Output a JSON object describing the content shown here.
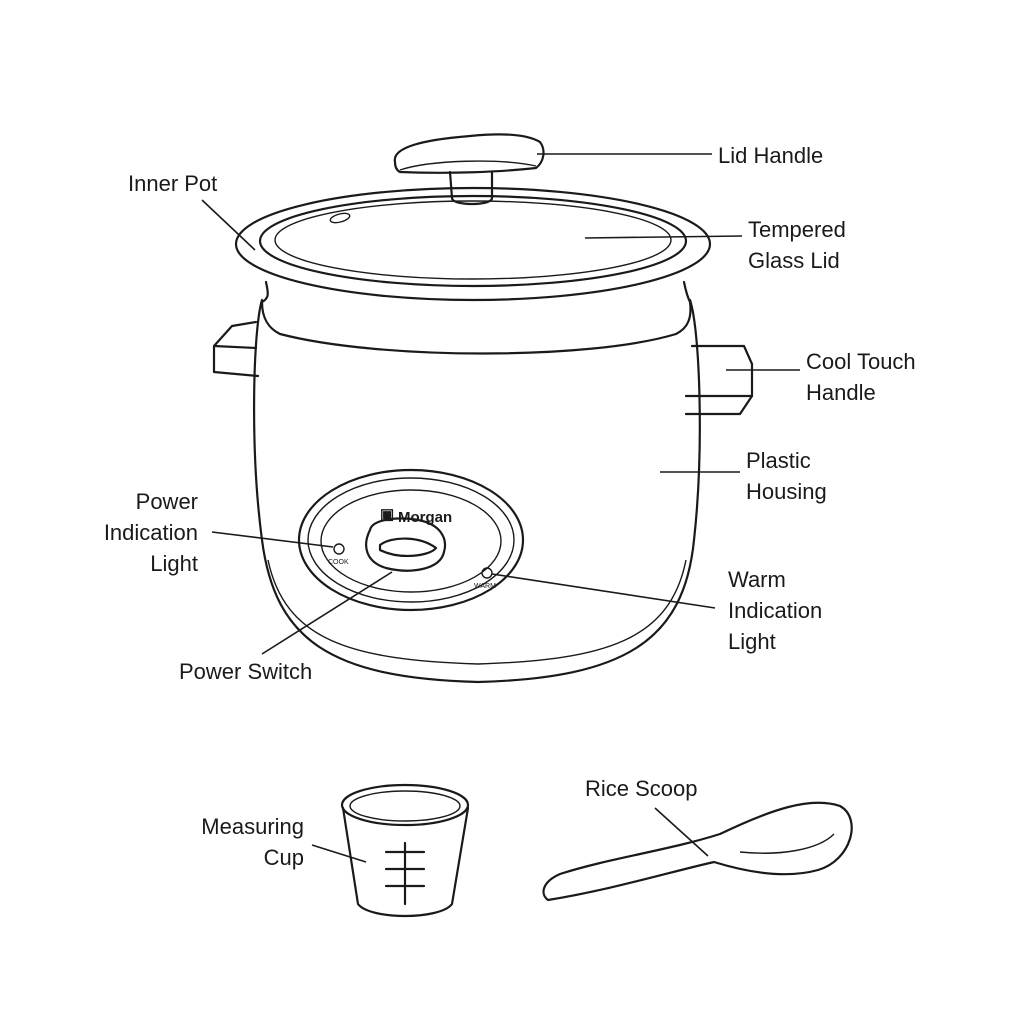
{
  "brand": "Morgan",
  "panel": {
    "cook_label": "COOK",
    "warm_label": "WARM"
  },
  "labels": {
    "lid_handle": [
      "Lid Handle"
    ],
    "inner_pot": [
      "Inner Pot"
    ],
    "tempered_glass_lid": [
      "Tempered",
      "Glass Lid"
    ],
    "cool_touch_handle": [
      "Cool Touch",
      "Handle"
    ],
    "plastic_housing": [
      "Plastic",
      "Housing"
    ],
    "power_indication_light": [
      "Power",
      "Indication",
      "Light"
    ],
    "warm_indication_light": [
      "Warm",
      "Indication",
      "Light"
    ],
    "power_switch": [
      "Power Switch"
    ],
    "measuring_cup": [
      "Measuring",
      "Cup"
    ],
    "rice_scoop": [
      "Rice Scoop"
    ]
  }
}
